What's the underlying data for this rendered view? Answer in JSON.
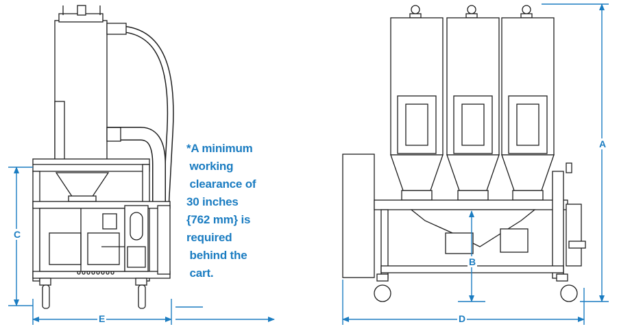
{
  "note": {
    "lines": [
      "*A minimum",
      " working",
      " clearance of",
      "30 inches",
      "{762 mm} is",
      "required",
      " behind the",
      " cart."
    ]
  },
  "dimensions": {
    "A": "A",
    "B": "B",
    "C": "C",
    "D": "D",
    "E": "E"
  },
  "colors": {
    "dimension": "#1a7cc1",
    "outline": "#1c1c1c",
    "fill": "#ffffff"
  }
}
